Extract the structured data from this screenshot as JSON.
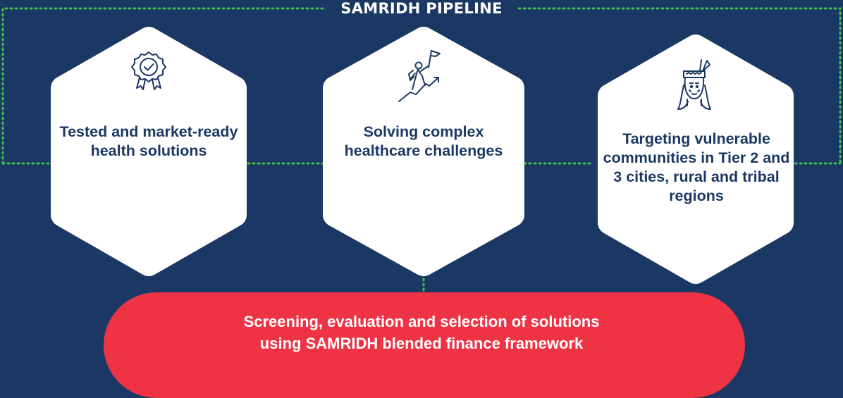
{
  "diagram": {
    "title": "SAMRIDH PIPELINE",
    "colors": {
      "background": "#1b3864",
      "hexagon_fill": "#ffffff",
      "text_dark": "#1b3864",
      "connector": "#3dbf4a",
      "pill_fill": "#ee3345"
    },
    "criteria": [
      {
        "icon": "award-badge-icon",
        "text": "Tested and market-ready health solutions"
      },
      {
        "icon": "climbing-summit-flag-icon",
        "text": "Solving complex healthcare challenges"
      },
      {
        "icon": "tribal-person-icon",
        "text": "Targeting vulnerable communities in Tier 2 and 3 cities, rural and tribal regions"
      }
    ],
    "process": {
      "text": "Screening, evaluation and selection of solutions using SAMRIDH blended finance framework"
    }
  }
}
